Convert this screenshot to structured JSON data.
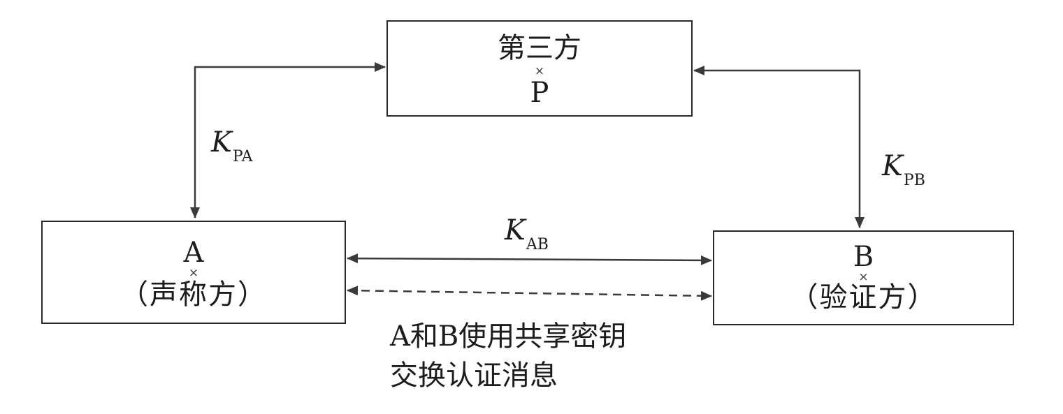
{
  "nodes": {
    "p": {
      "title": "第三方",
      "mark": "×",
      "sub": "P"
    },
    "a": {
      "title": "A",
      "mark": "×",
      "sub": "（声称方）"
    },
    "b": {
      "title": "B",
      "mark": "×",
      "sub": "（验证方）"
    }
  },
  "keys": {
    "pa": {
      "symbol": "K",
      "subscript": "PA"
    },
    "pb": {
      "symbol": "K",
      "subscript": "PB"
    },
    "ab": {
      "symbol": "K",
      "subscript": "AB"
    }
  },
  "caption": {
    "line1": "A和B使用共享密钥",
    "line2": "交换认证消息"
  },
  "colors": {
    "line": "#3a3a3a",
    "border": "#2a2a2a"
  }
}
